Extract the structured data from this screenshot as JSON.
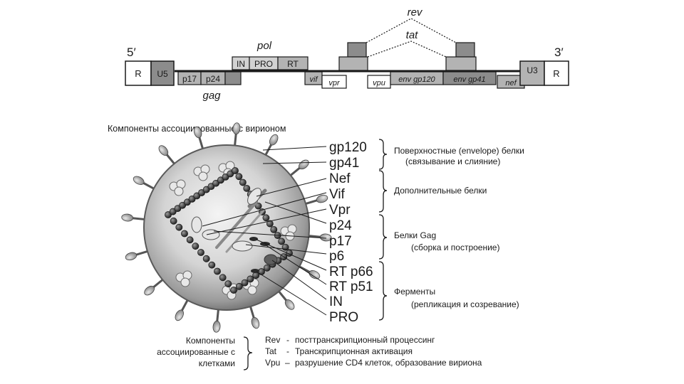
{
  "genome": {
    "end5": "5′",
    "end3": "3′",
    "ltr_left": [
      "R",
      "U5"
    ],
    "ltr_right": [
      "U3",
      "R"
    ],
    "gag_label": "gag",
    "gag_boxes": [
      "p17",
      "p24"
    ],
    "pol_label": "pol",
    "pol_boxes": [
      "IN",
      "PRO",
      "RT"
    ],
    "small_genes": [
      "vif",
      "vpr",
      "vpu"
    ],
    "env_boxes": [
      "env gp120",
      "env gp41"
    ],
    "nef": "nef",
    "rev": "rev",
    "tat": "tat"
  },
  "virion": {
    "title": "Компоненты ассоциированные с вирионом",
    "labels": [
      "gp120",
      "gp41",
      "Nef",
      "Vif",
      "Vpr",
      "p24",
      "p17",
      "p6",
      "RT p66",
      "RT p51",
      "IN",
      "PRO"
    ],
    "groups": [
      {
        "line1": "Поверхностные (envelope) белки",
        "line2": "(связывание и слияние)"
      },
      {
        "line1": "Дополнительные белки",
        "line2": ""
      },
      {
        "line1": "Белки Gag",
        "line2": "(сборка и построение)"
      },
      {
        "line1": "Ферменты",
        "line2": "(репликация и созревание)"
      }
    ]
  },
  "cell": {
    "label_lines": [
      "Компоненты",
      "ассоциированные с",
      "клетками"
    ],
    "rows": [
      {
        "name": "Rev",
        "sep": "-",
        "desc": "посттранскрипционный процессинг"
      },
      {
        "name": "Tat",
        "sep": "-",
        "desc": "Транскрипционная активация"
      },
      {
        "name": "Vpu",
        "sep": "–",
        "desc": "разрушение CD4 клеток, образование вириона"
      }
    ]
  },
  "colors": {
    "dark_box": "#8c8c8c",
    "mid_box": "#b3b3b3",
    "light_box": "#d2d2d2",
    "sphere_outer": "#7a7a7a",
    "sphere_inner": "#f0f0f0",
    "ink": "#1a1a1a"
  }
}
